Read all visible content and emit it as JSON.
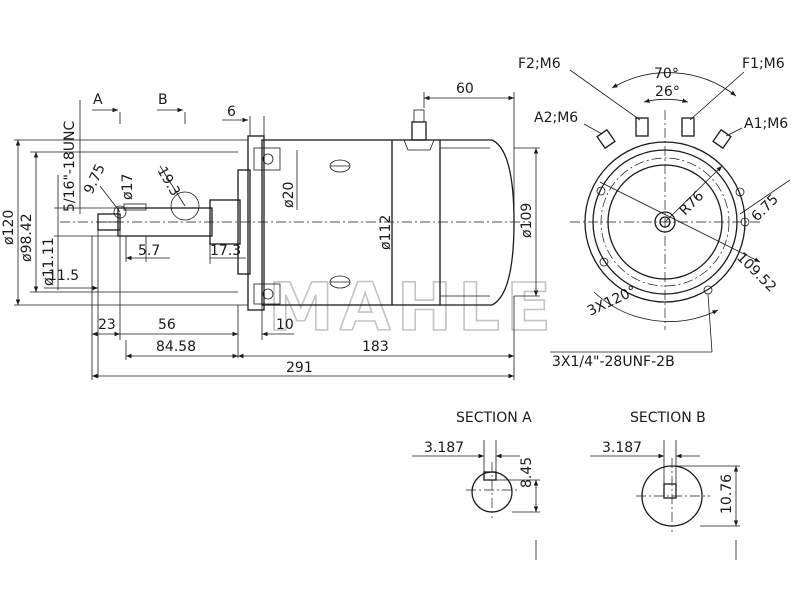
{
  "side_view": {
    "dims": {
      "overall_length": "291",
      "body_length": "183",
      "shaft_to_body": "84.58",
      "shaft_seg_23": "23",
      "shaft_seg_56": "56",
      "flange_10": "10",
      "rear_cap_60": "60",
      "flange_6": "6",
      "key_5_7": "5.7",
      "shaft_17_3": "17.3",
      "dim_11_5": "11.5",
      "key_9_75": "9.75",
      "radius_19_3": "19.3",
      "dia_17": "ø17",
      "dia_20": "ø20",
      "dia_112": "ø112",
      "dia_109": "ø109",
      "dia_120": "ø120",
      "dia_98_42": "ø98.42",
      "dia_11_11": "ø11.11",
      "thread": "5/16\"-18UNC"
    },
    "section_marks": {
      "a": "A",
      "b": "B"
    }
  },
  "end_view": {
    "terminals": {
      "f2": "F2;M6",
      "f1": "F1;M6",
      "a2": "A2;M6",
      "a1": "A1;M6"
    },
    "angle_70": "70°",
    "angle_26": "26°",
    "radius_76": "R76",
    "hole_6_75": "6.75",
    "bolt_circle": "109.52",
    "pattern": "3X120°",
    "mount_thread": "3X1/4\"-28UNF-2B"
  },
  "section_a": {
    "title": "SECTION A",
    "width": "3.187",
    "depth": "8.45"
  },
  "section_b": {
    "title": "SECTION B",
    "width": "3.187",
    "depth": "10.76"
  },
  "watermark": "MAHLE"
}
